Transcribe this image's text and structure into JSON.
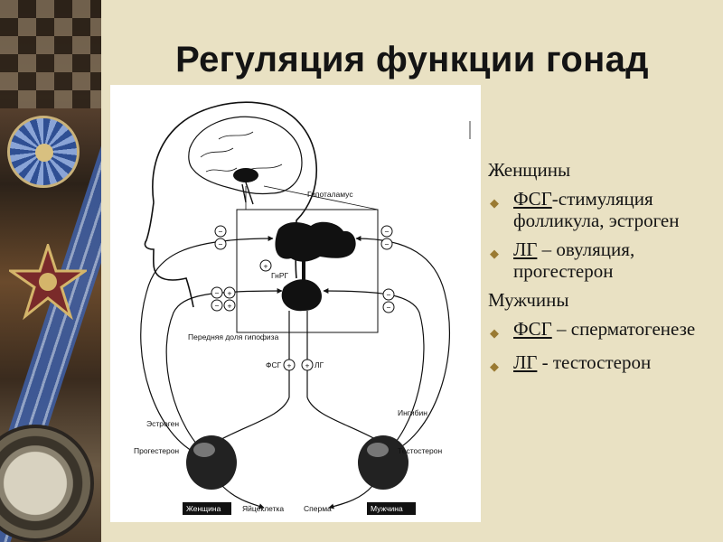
{
  "slide": {
    "title": "Регуляция функции гонад"
  },
  "diagram": {
    "labels": {
      "hypothalamus": "Гипоталамус",
      "gnrh": "ГнРГ",
      "anterior_pituitary": "Передняя доля гипофиза",
      "fsh": "ФСГ",
      "lh": "ЛГ",
      "estrogen": "Эстроген",
      "progesterone": "Прогестерон",
      "inhibin": "Ингибин",
      "testosterone": "Тестостерон",
      "woman": "Женщина",
      "egg": "Яйцеклетка",
      "sperm": "Сперма",
      "man": "Мужчина"
    },
    "signs": {
      "minus": "−",
      "plus": "+"
    }
  },
  "text_block": {
    "women_heading": "Женщины",
    "women_items": [
      {
        "term": "ФСГ",
        "rest": "-стимуляция фолликула, эстроген"
      },
      {
        "term": "ЛГ",
        "rest": " – овуляция, прогестерон"
      }
    ],
    "men_heading": "Мужчины",
    "men_items": [
      {
        "term": "ФСГ",
        "rest": " – сперматогенезе"
      },
      {
        "term": "ЛГ",
        "rest": " - тестостерон"
      }
    ],
    "bullet_glyph": "◆"
  },
  "colors": {
    "background": "#e9e1c3",
    "bullet": "#9a7a32",
    "text": "#141414"
  }
}
